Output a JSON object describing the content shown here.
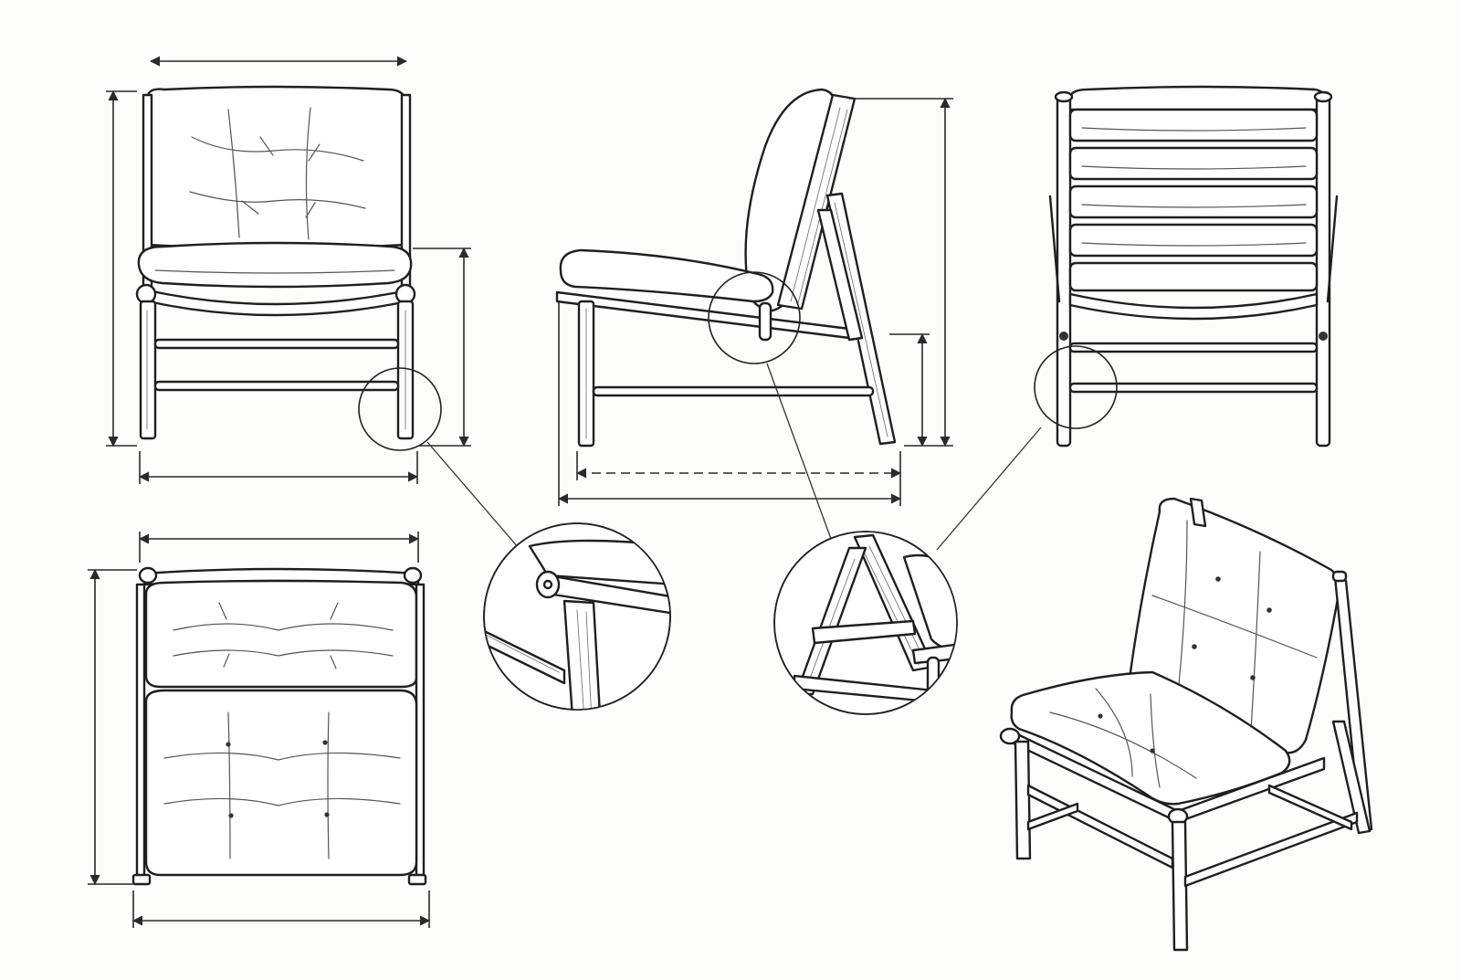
{
  "drawing": {
    "subject": "lounge chair",
    "views": [
      {
        "id": "front",
        "label": "",
        "dimensions": [
          "overall-width",
          "overall-height",
          "seat-height",
          "base-width"
        ]
      },
      {
        "id": "side",
        "label": "",
        "dimensions": [
          "overall-height",
          "seat-height",
          "overall-depth",
          "leg-span"
        ]
      },
      {
        "id": "back",
        "label": "",
        "dimensions": []
      },
      {
        "id": "top",
        "label": "",
        "dimensions": [
          "overall-width",
          "overall-depth",
          "base-width"
        ]
      },
      {
        "id": "isometric",
        "label": "",
        "dimensions": []
      }
    ],
    "details": [
      {
        "id": "detail-front-leg-joint",
        "source_view": "front"
      },
      {
        "id": "detail-side-frame-joint",
        "source_view": "side"
      },
      {
        "id": "detail-back-leg-joint",
        "source_view": "back"
      }
    ],
    "colors": {
      "ink": "#1f1f1f",
      "paper": "#fdfdfc",
      "cushion": "#ffffff"
    }
  }
}
